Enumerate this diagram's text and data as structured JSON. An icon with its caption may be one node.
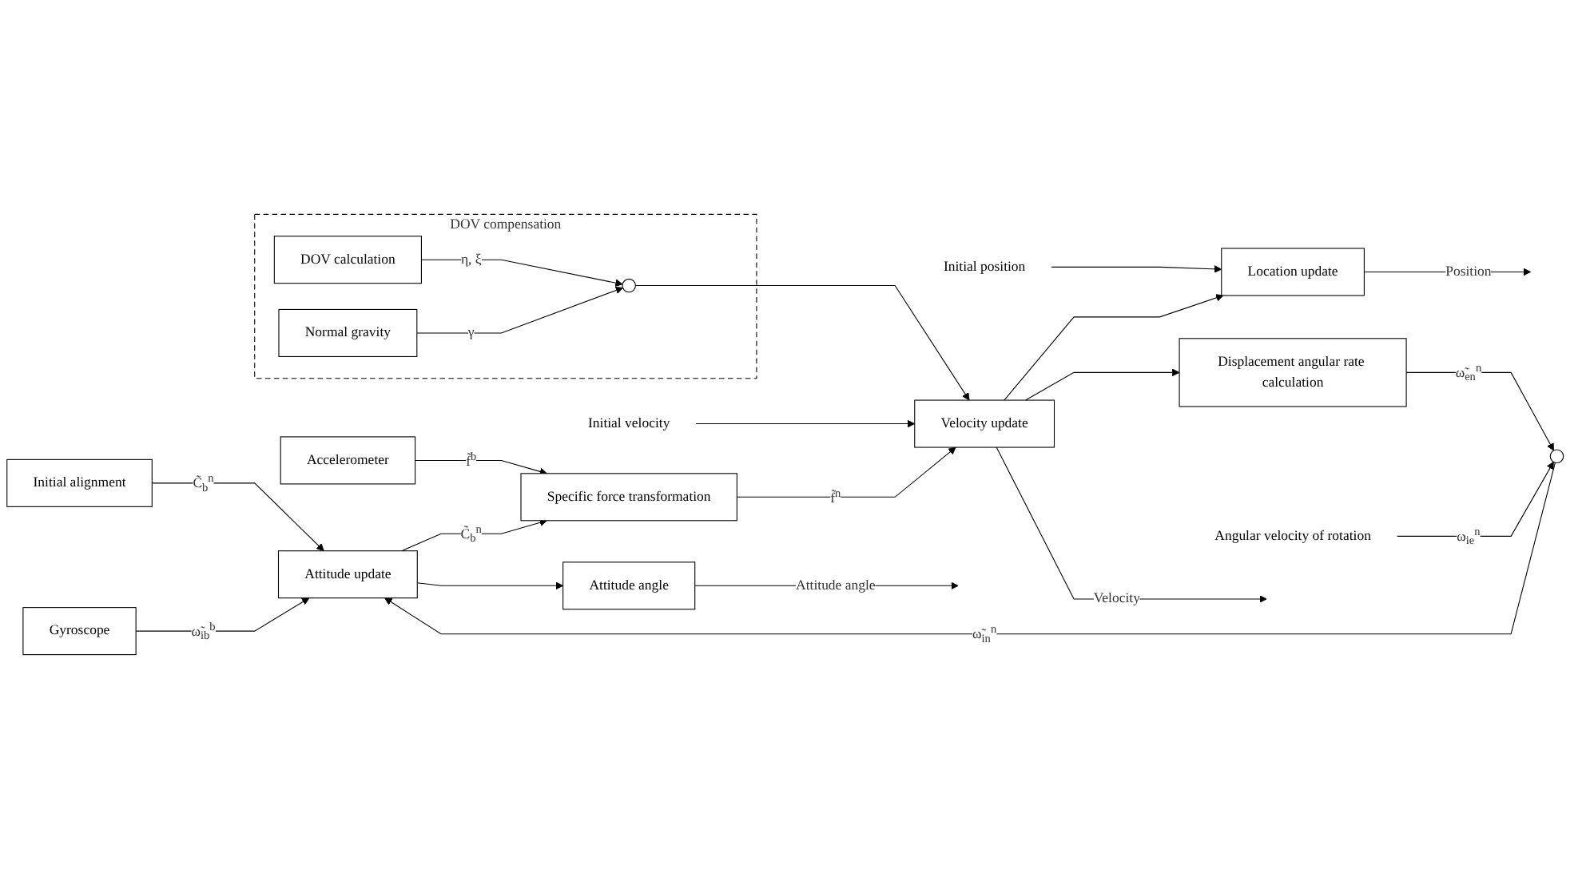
{
  "diagram": {
    "nodes": [
      {
        "text": [
          "DOV compensation"
        ]
      },
      {
        "text": [
          "DOV calculation"
        ],
        "in": 0
      },
      {
        "text": [],
        "shape": "circle",
        "in": 0
      },
      {
        "text": [
          "Normal gravity"
        ],
        "in": 0
      },
      {
        "text": [
          "Accelerometer"
        ]
      },
      {
        "text": [
          "Specific force transformation"
        ]
      },
      {
        "text": [
          "Velocity update"
        ]
      },
      {
        "text": [
          "Location update"
        ]
      },
      {
        "text": [
          "Initial alignment"
        ]
      },
      {
        "text": [
          "Attitude update"
        ]
      },
      {
        "text": [
          "Attitude angle"
        ]
      },
      {
        "text": [
          "Displacement angular rate calculation"
        ]
      },
      {
        "text": [
          "Gyroscope"
        ]
      },
      {
        "text": [],
        "shape": "circle"
      },
      {
        "text": [
          "Initial velocity"
        ]
      },
      {
        "text": [
          "Initial position"
        ]
      },
      {
        "text": [
          "Angular velocity of rotation"
        ]
      }
    ],
    "edges": [
      {
        "from": 1,
        "to": 2,
        "arrow": "to",
        "label": "η, ξ"
      },
      {
        "from": 3,
        "to": 2,
        "arrow": "to",
        "label": "γ"
      },
      {
        "from": 2,
        "to": 6,
        "arrow": "to"
      },
      {
        "from": 14,
        "to": 6,
        "arrow": "to"
      },
      {
        "from": 15,
        "to": 7,
        "arrow": "to"
      },
      {
        "from": 4,
        "to": 5,
        "arrow": "to",
        "label": "f̃$^{b}$"
      },
      {
        "from": 5,
        "to": 6,
        "arrow": "to",
        "label": "f̃$^{n}$"
      },
      {
        "from": 6,
        "to": 7,
        "arrow": "to"
      },
      {
        "from": 7,
        "to": null,
        "arrow": "to",
        "label": "Position"
      },
      {
        "from": 6,
        "to": null,
        "arrow": "to",
        "label": "Velocity"
      },
      {
        "from": 8,
        "to": 9,
        "arrow": "to",
        "label": "C̃$_{b}$$^{n}$"
      },
      {
        "from": 9,
        "to": 5,
        "arrow": "to",
        "label": "C̃$_{b}$$^{n}$"
      },
      {
        "from": 9,
        "to": 10,
        "arrow": "to"
      },
      {
        "from": 10,
        "to": null,
        "arrow": "to",
        "label": "Attitude angle"
      },
      {
        "from": 12,
        "to": 9,
        "arrow": "to",
        "label": "ω̃$_{ib}$$^{b}$"
      },
      {
        "from": 6,
        "to": 11,
        "arrow": "to"
      },
      {
        "from": 11,
        "to": 13,
        "arrow": "to",
        "label": "ω̃$_{en}$$^{n}$"
      },
      {
        "from": 16,
        "to": 13,
        "arrow": "to",
        "label": "ω$_{ie}$$^{n}$"
      },
      {
        "from": 13,
        "to": 9,
        "arrow": "to",
        "label": "ω̃$_{in}$$^{n}$"
      }
    ]
  }
}
